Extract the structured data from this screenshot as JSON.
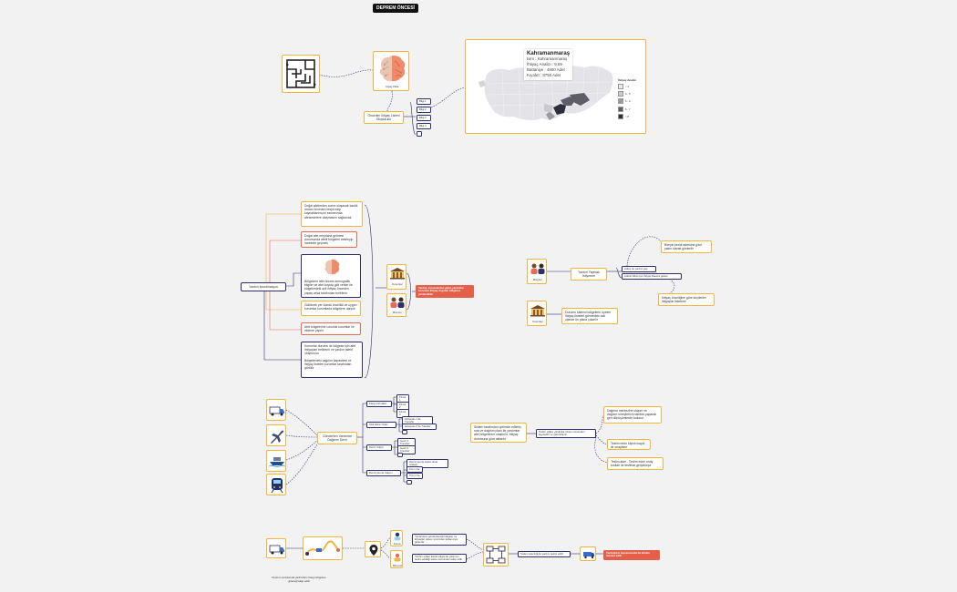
{
  "title": "DEPREM ÖNCESİ",
  "sec1": {
    "ai_caption": "Yapay Zeka",
    "list_label": "Önceden İhtiyaç Listesi Oluşturulur",
    "items": [
      "Bilgi 1",
      "Bilgi 2",
      "Bilgi 3",
      "Bilgi 4",
      ""
    ],
    "tooltip": {
      "city": "Kahramanmaraş",
      "lines": [
        "İsim : Kahramanmaraş",
        "İhtiyaç Analizi : 9.69",
        "Battaniye : 4900 Adet",
        "Kıyafet : 8750 Adet"
      ]
    },
    "legend_title": "İhtiyaç Analizi",
    "legend": [
      "< 4",
      "4 - 5",
      "5 - 6",
      "6 - 7",
      "> 8"
    ],
    "legend_colors": [
      "#e9e9ec",
      "#c9c9cf",
      "#9a9aa3",
      "#5e5e68",
      "#2e2f3a"
    ]
  },
  "sec2": {
    "main_label": "Yardım koordinasyon",
    "notes": [
      "Doğal afetlerden sonra oluşacak kaotik ortamı önceden tespit edip kaynaklarımızın zamanında afetzedelere ulaşmasını sağlamak",
      "Doğal afet meydana gelmesi durumunda afetli bölgeleri belirleyip harekete geçmek",
      "Bölgelerin afet öncesi demografik bilgiler ve afet boyutu gibi veriler ile bölgelerdeki acil ihtiyaç önceden yapay zeka tarafından belirlenir",
      "Gidilecek yer olarak öncelikli ve uygun kurumlar kurumlarla bölgelere ulaşılır",
      "Afet bölgelerine uzunluk kurumlar ile ekleme yapılır",
      "Kurumlar durumu ile bölgeler için afet ihtiyaçları belirlenir ve yardım talebi oluşturulur",
      "Bölgelerdeki dağıtım kapasitesi ve ihtiyaç listeleri kurumlar tarafından görülür"
    ],
    "kurumlar": "Kurumlar",
    "bireyler": "Bireyler",
    "red_note": "Yardım, Kurumlardan gelen yardımlar kurumlar ihtiyaç duyulan bölgelere yönlendirilir"
  },
  "sec3": {
    "bireyler": "Bireyler",
    "kurumlar": "Kurumlar",
    "help_label": "Yardım Yapmak İstiyorum",
    "kurumlar_note": "Durumu sistemi bölgelerin üyeleri ihtiyaç listeleri görmedeki acil olanlar ön plana çıkarılır",
    "options": [
      "Adres ile yardım yap",
      "Adresi bilinmiyor ihtiyaç listesini göster"
    ],
    "note_top": "Bireyin kendi adresine göre yakın olarak gösterilir",
    "note_bottom": "İhtiyaç önceliğine göre seçilenler ihtiyaçlar listelenir"
  },
  "sec4": {
    "center_label": "Gönderilen Yardımlar Dağılımı Devri",
    "groups": [
      {
        "label": "Kargo Firmaları",
        "items": [
          "Firma 1",
          "Firma 2",
          "Firma 3"
        ]
      },
      {
        "label": "Sivil Hava Yolları",
        "items": [
          "Havayolu 1 ile Transfer",
          "Havayolu 2 ile Transfer",
          ""
        ]
      },
      {
        "label": "Deniz Yolları",
        "items": [
          "Gemi 1 Transfer",
          "Gemi 2 Transfer",
          ""
        ]
      },
      {
        "label": "Demiryolu ile Ulaşım",
        "items": [
          "Demiryolu ile teslim alma noktası",
          "Tren 1 ile",
          "Tren 2 ile",
          ""
        ]
      }
    ],
    "main_note": "Sistem tarafından optimize edilmiş rota ve dağıtım planı ile yardımlar afet bölgelerine ulaştırılır, ihtiyaç durumuna göre aktarılır",
    "mid_note": "Teslim edilen yardımlar sistem üzerinden kaydedilir ve görüntülenir",
    "r1": "Dağıtım merkezine ulaşım ve dağıtım süreçlerinin takibini yaparak geri dönüşümlerde bulunur",
    "r2": "Teslim eden kişinin kaydı ile onaylanır",
    "r3": "Teslim alan - Teslim eden onay kodları ile teslimat gerçekleşir"
  },
  "sec5": {
    "caption": "Deprem sonrasında yardımların hangi bölgelere gideceği takip edilir",
    "user1": "Kurum",
    "user2": "Bireysel",
    "note1": "Yardımların gönderileceği bölgeler ve ihtiyaçlar sistem üzerinden kullanıcıya gösterilir",
    "note2": "Yardım edilen kişinin bilgisi ile yardımın teslim edildiği sistem üzerinden takip edilir",
    "flow_label": "Sistem aracılığıyla yardım teslim edilir",
    "red_note": "Yardımların taşınmasında da birlikte hareket edilir"
  }
}
